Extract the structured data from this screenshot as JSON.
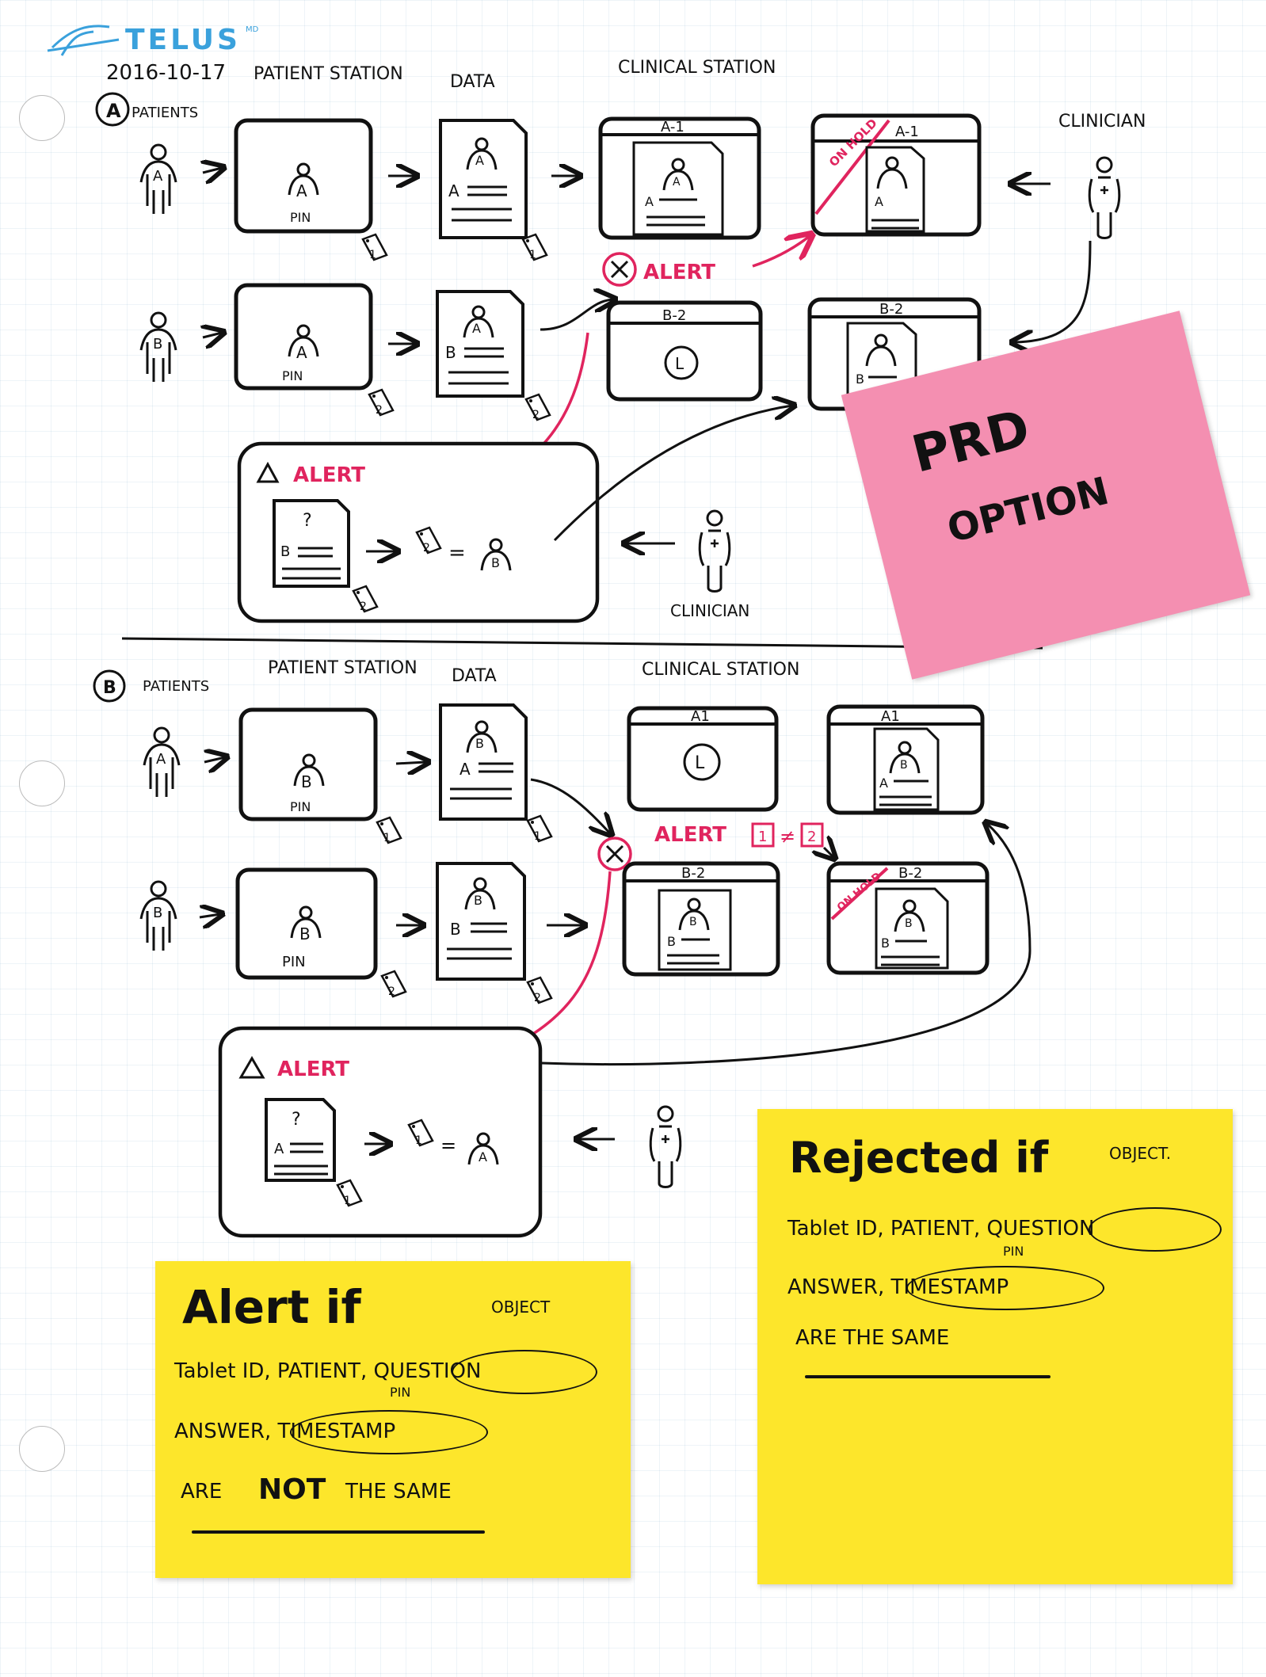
{
  "header": {
    "brand": "TELUS",
    "brand_mark": "MD",
    "date": "2016-10-17"
  },
  "section_a": {
    "marker": "A",
    "label": "PATIENTS",
    "col_patient_station": "PATIENT STATION",
    "col_data": "DATA",
    "col_clinical_station": "CLINICAL STATION",
    "clinician_label": "CLINICIAN",
    "row1": {
      "patient": "A",
      "screen_letter": "A",
      "pin": "PIN",
      "tag": "1",
      "doc_letter": "A",
      "doc_line": "A",
      "doc_tag": "1",
      "clinical_title": "A-1",
      "hold_title": "A-1",
      "hold_label": "ON HOLD"
    },
    "row2": {
      "patient": "B",
      "screen_letter": "A",
      "pin": "PIN",
      "tag": "2",
      "doc_letter": "A",
      "doc_line": "B",
      "doc_tag": "2",
      "clinical_title": "B-2",
      "clinical_lock": "L",
      "review_title": "B-2"
    },
    "alert_x": "ALERT",
    "alert_box": {
      "title": "ALERT",
      "doc_mark": "?",
      "doc_line": "B",
      "doc_tag": "2",
      "tag": "2",
      "patient": "B"
    },
    "clinician2_label": "CLINICIAN"
  },
  "section_b": {
    "marker": "B",
    "label": "PATIENTS",
    "col_patient_station": "PATIENT STATION",
    "col_data": "DATA",
    "col_clinical_station": "CLINICAL STATION",
    "row1": {
      "patient": "A",
      "screen_letter": "B",
      "pin": "PIN",
      "tag": "1",
      "doc_letter": "B",
      "doc_line": "A",
      "doc_tag": "1",
      "clinical_title": "A1",
      "clinical_lock": "L",
      "review_title": "A1"
    },
    "row2": {
      "patient": "B",
      "screen_letter": "B",
      "pin": "PIN",
      "tag": "2",
      "doc_letter": "B",
      "doc_line": "B",
      "doc_tag": "2",
      "clinical_title": "B-2",
      "hold_title": "B-2",
      "hold_label": "ON HOLD"
    },
    "alert_x": "ALERT",
    "alert_compare": {
      "left": "1",
      "op": "≠",
      "right": "2"
    },
    "alert_box": {
      "title": "ALERT",
      "doc_mark": "?",
      "doc_line": "A",
      "doc_tag": "1",
      "tag": "1",
      "patient": "A"
    }
  },
  "sticky_pink": {
    "line1": "PRD",
    "line2": "OPTION"
  },
  "sticky_alert": {
    "title": "Alert if",
    "note": "OBJECT",
    "line1": "Tablet ID, PATIENT, QUESTION",
    "pin": "PIN",
    "line2": "ANSWER, TIMESTAMP",
    "line3_a": "ARE",
    "line3_b": "NOT",
    "line3_c": "THE SAME"
  },
  "sticky_rejected": {
    "title": "Rejected if",
    "note": "OBJECT.",
    "line1": "Tablet ID, PATIENT, QUESTION",
    "pin": "PIN",
    "line2": "ANSWER, TIMESTAMP",
    "line3": "ARE THE SAME"
  },
  "colors": {
    "ink": "#111111",
    "alert_red": "#e0245e",
    "telus_blue": "#3aa1dc",
    "pink_note": "#f48fb1",
    "yellow_note": "#fde62b"
  }
}
